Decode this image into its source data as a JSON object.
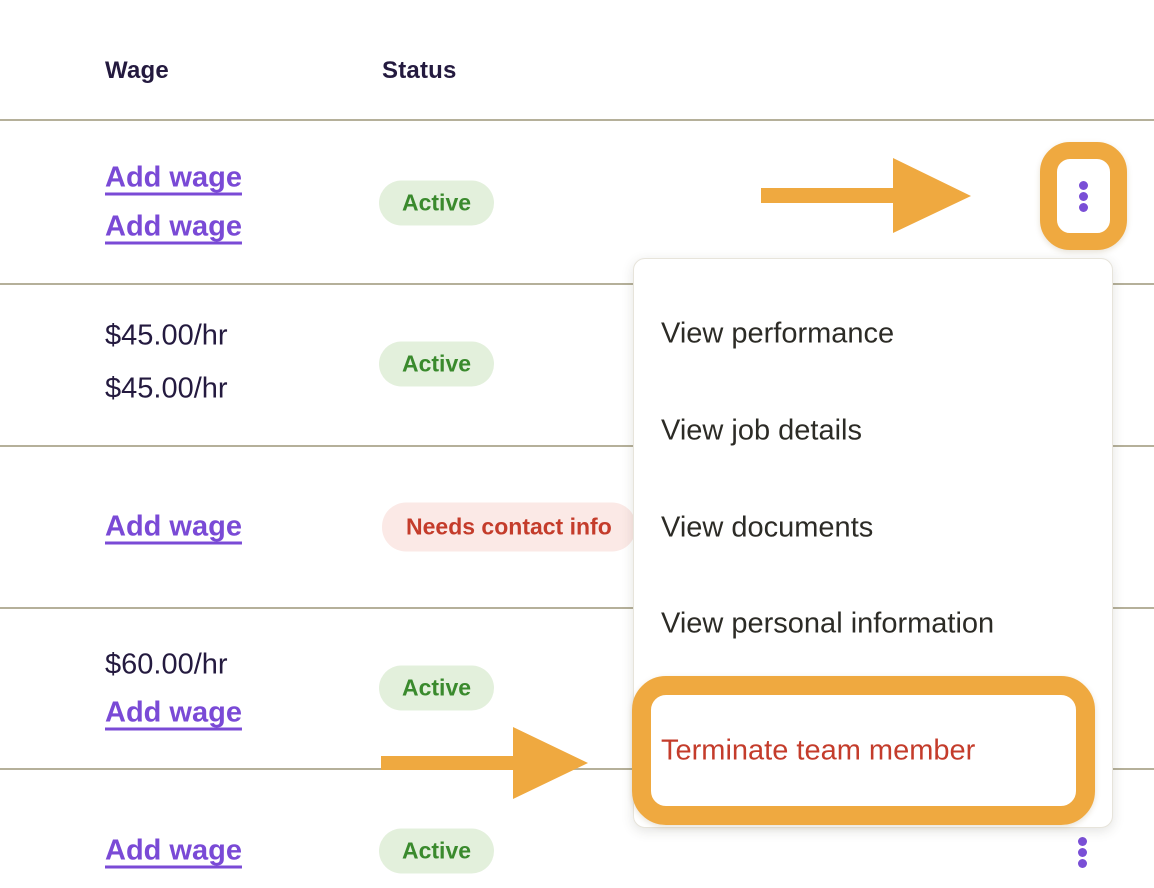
{
  "header": {
    "wage": "Wage",
    "status": "Status"
  },
  "rows": [
    {
      "line1": "Add wage",
      "line1_type": "link",
      "line2": "Add wage",
      "line2_type": "link",
      "status": "Active",
      "status_type": "active"
    },
    {
      "line1": "$45.00/hr",
      "line1_type": "value",
      "line2": "$45.00/hr",
      "line2_type": "value",
      "status": "Active",
      "status_type": "active"
    },
    {
      "line1": "Add wage",
      "line1_type": "link",
      "line2": null,
      "line2_type": null,
      "status": "Needs contact info",
      "status_type": "warning"
    },
    {
      "line1": "$60.00/hr",
      "line1_type": "value",
      "line2": "Add wage",
      "line2_type": "link",
      "status": "Active",
      "status_type": "active"
    },
    {
      "line1": "Add wage",
      "line1_type": "link",
      "line2": null,
      "line2_type": null,
      "status": "Active",
      "status_type": "active"
    }
  ],
  "menu": {
    "items": [
      {
        "label": "View performance",
        "danger": false
      },
      {
        "label": "View job details",
        "danger": false
      },
      {
        "label": "View documents",
        "danger": false
      },
      {
        "label": "View personal information",
        "danger": false
      },
      {
        "label": "Terminate team member",
        "danger": true
      }
    ]
  },
  "icons": {
    "kebab": "vertical three-dot overflow menu"
  },
  "colors": {
    "annotation_orange": "#efa940",
    "link_purple": "#7a4ad6",
    "kebab_dot_purple": "#7a4fd6",
    "heading_navy": "#241a3f",
    "active_green_text": "#3a8a2d",
    "active_green_bg": "#e3f0dc",
    "warning_red_text": "#c43c2b",
    "warning_red_bg": "#fbe9e6",
    "danger_red": "#c43c2b",
    "divider_tan": "#b5b09a",
    "menu_text": "#2c2b26",
    "background": "#ffffff"
  }
}
